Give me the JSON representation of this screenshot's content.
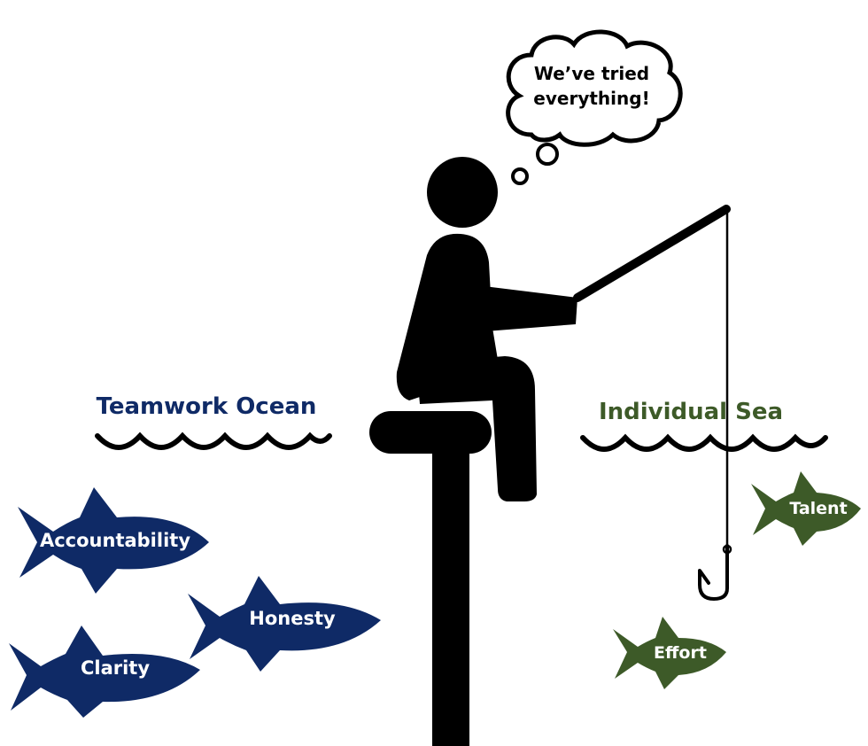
{
  "thought": {
    "line1": "We’ve tried",
    "line2": "everything!"
  },
  "teamwork": {
    "title": "Teamwork Ocean",
    "color": "#0f2a66",
    "fish": [
      "Accountability",
      "Honesty",
      "Clarity"
    ]
  },
  "individual": {
    "title": "Individual Sea",
    "color": "#3d5a28",
    "fish": [
      "Talent",
      "Effort"
    ]
  }
}
